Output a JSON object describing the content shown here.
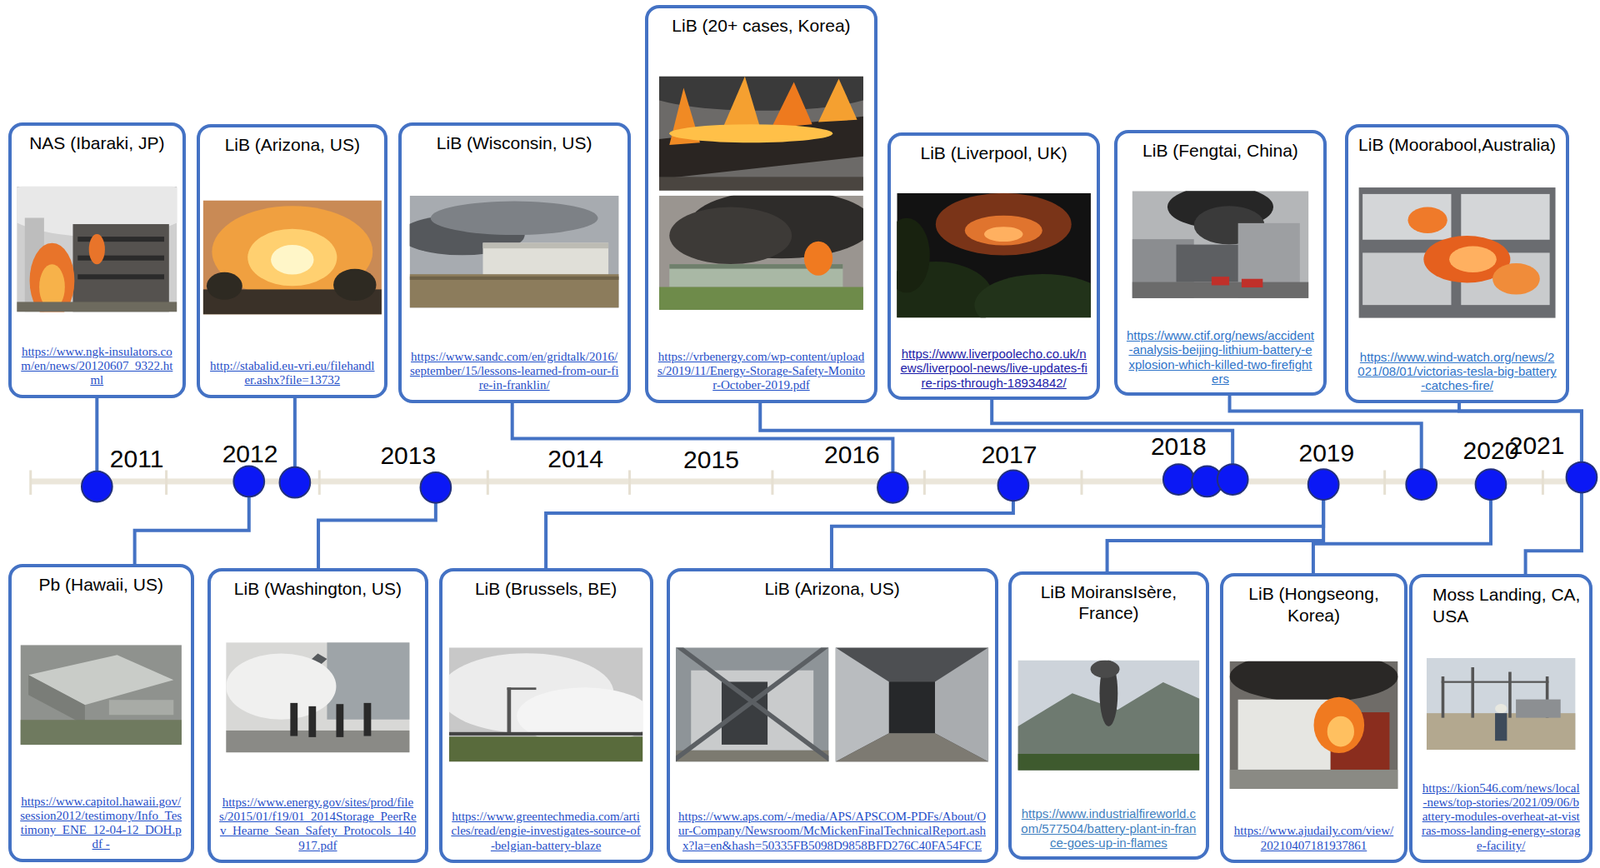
{
  "diagram": {
    "nodes": [
      {
        "text": [
          "NAS (Ibaraki, JP)",
          "https://www.ngk-insulators.com/en/news/20120607_9322.html"
        ]
      },
      {
        "text": [
          "LiB (Arizona, US)",
          "http://stabalid.eu-vri.eu/filehandler.ashx?file=13732"
        ]
      },
      {
        "text": [
          "LiB (Wisconsin, US)",
          "https://www.sandc.com/en/gridtalk/2016/september/15/lessons-learned-from-our-fire-in-franklin/"
        ]
      },
      {
        "text": [
          "LiB (20+ cases, Korea)",
          "https://vrbenergy.com/wp-content/uploads/2019/11/Energy-Storage-Safety-Monitor-October-2019.pdf"
        ]
      },
      {
        "text": [
          "LiB (Liverpool, UK)",
          "https://www.liverpoolecho.co.uk/news/liverpool-news/live-updates-fire-rips-through-18934842/"
        ]
      },
      {
        "text": [
          "LiB (Fengtai, China)",
          "https://www.ctif.org/news/accident-analysis-beijing-lithium-battery-explosion-which-killed-two-firefighters"
        ]
      },
      {
        "text": [
          "LiB (Moorabool,Australia)",
          "https://www.wind-watch.org/news/2021/08/01/victorias-tesla-big-battery-catches-fire/"
        ]
      },
      {
        "text": [
          "Pb (Hawaii, US)",
          "https://www.capitol.hawaii.gov/session2012/testimony/Info_Testimony_ENE_12-04-12_DOH.pdf -"
        ]
      },
      {
        "text": [
          "LiB (Washington, US)",
          "https://www.energy.gov/sites/prod/files/2015/01/f19/01_2014Storage_PeerRev_Hearne_Sean_Safety_Protocols_140917.pdf"
        ]
      },
      {
        "text": [
          "LiB (Brussels, BE)",
          "https://www.greentechmedia.com/articles/read/engie-investigates-source-of-belgian-battery-blaze"
        ]
      },
      {
        "text": [
          "LiB (Arizona, US)",
          "https://www.aps.com/-/media/APS/APSCOM-PDFs/About/Our-Company/Newsroom/McMickenFinalTechnicalReport.ashx?la=en&hash=50335FB5098D9858BFD276C40FA54FCE"
        ]
      },
      {
        "text": [
          "LiB MoiransIsère, France)",
          "https://www.industrialfireworld.com/577504/battery-plant-in-france-goes-up-in-flames"
        ]
      },
      {
        "text": [
          "LiB (Hongseong, Korea)",
          "https://www.ajudaily.com/view/20210407181937861"
        ]
      },
      {
        "text": [
          "Moss Landing, CA, USA",
          "https://kion546.com/news/local-news/top-stories/2021/09/06/battery-modules-overheat-at-vistras-moss-landing-energy-storage-facility/"
        ]
      }
    ],
    "labels": [
      "2011",
      "2012",
      "2013",
      "2014",
      "2015",
      "2016",
      "2017",
      "2018",
      "2019",
      "2020",
      "2021"
    ]
  }
}
